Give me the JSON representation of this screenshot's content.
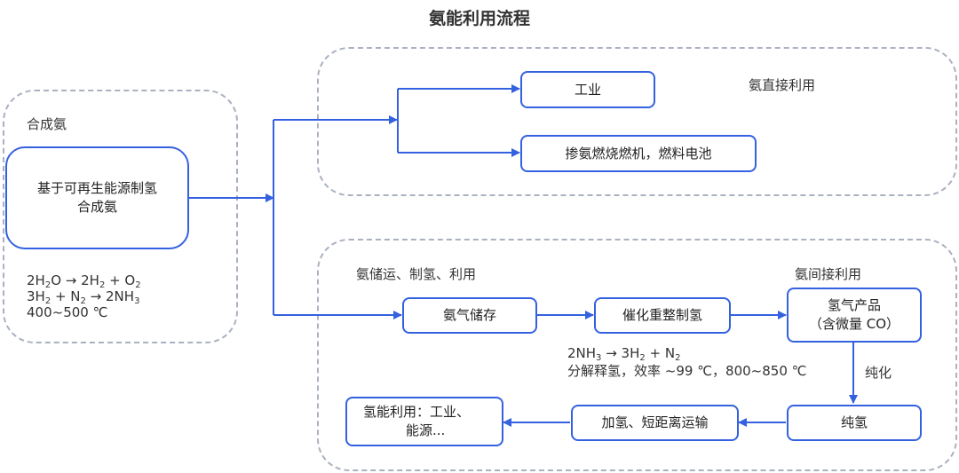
{
  "title": "氨能利用流程",
  "groups": {
    "synthesis": {
      "label": "合成氨"
    },
    "direct": {
      "label": "氨直接利用"
    },
    "storage": {
      "label": "氨储运、制氢、利用"
    },
    "indirect": {
      "label": "氨间接利用"
    }
  },
  "nodes": {
    "synthesis_main": {
      "line1": "基于可再生能源制氢",
      "line2": "合成氨"
    },
    "industry": {
      "text": "工业"
    },
    "engine": {
      "text": "掺氨燃烧燃机，燃料电池"
    },
    "storage": {
      "text": "氨气储存"
    },
    "reforming": {
      "text": "催化重整制氢"
    },
    "hydrogen_product": {
      "line1": "氢气产品",
      "line2": "（含微量 CO）"
    },
    "pure_hydrogen": {
      "text": "纯氢"
    },
    "transport": {
      "text": "加氢、短距离运输"
    },
    "hydrogen_use": {
      "line1": "氢能利用：工业、",
      "line2": "能源..."
    }
  },
  "equations": {
    "synthesis": {
      "eq1": {
        "a": "2H",
        "a_sub": "2",
        "a_tail": "O → 2H",
        "b_sub": "2",
        "b_tail": " + O",
        "c_sub": "2"
      },
      "eq2": {
        "a": "3H",
        "a_sub": "2",
        "a_tail": " + N",
        "b_sub": "2",
        "b_tail": " → 2NH",
        "c_sub": "3"
      },
      "condition": "400~500 ℃"
    },
    "decomposition": {
      "eq1": {
        "a": "2NH",
        "a_sub": "3",
        "a_tail": " → 3H",
        "b_sub": "2",
        "b_tail": " + N",
        "c_sub": "2"
      },
      "note": "分解释氢，效率 ~99 ℃，800~850 ℃"
    }
  },
  "edge_labels": {
    "purify": "纯化"
  },
  "colors": {
    "accent": "#3461e0",
    "dashed_border": "#aab1c0"
  }
}
